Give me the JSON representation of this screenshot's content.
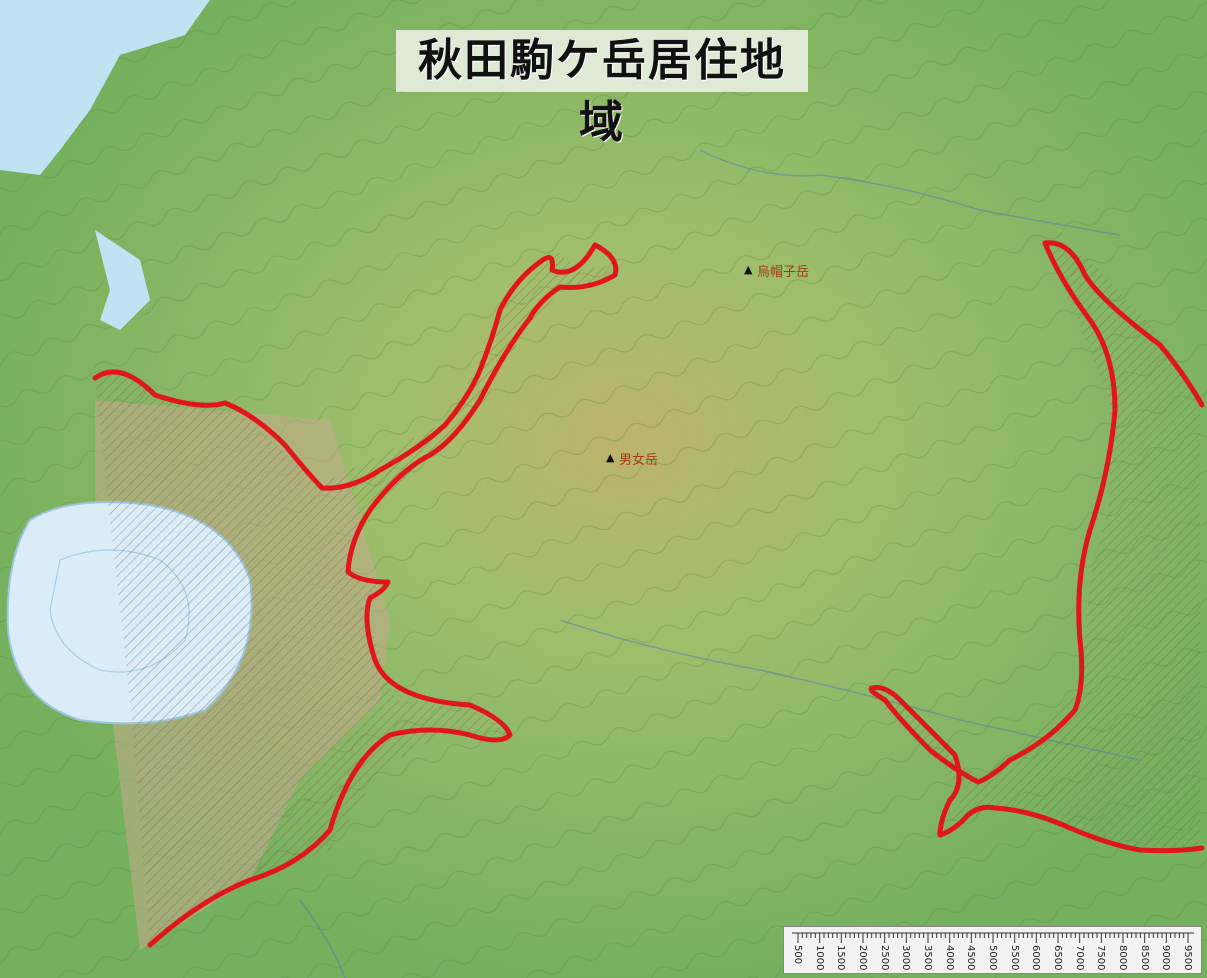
{
  "map": {
    "title": "秋田駒ケ岳居住地域",
    "peaks": [
      {
        "id": "eboshi",
        "name": "烏帽子岳"
      },
      {
        "id": "medake",
        "name": "男女岳"
      }
    ],
    "legend": {
      "boundary_color": "#e0161b",
      "hatch_color": "#8a6a5a",
      "terrain_low_color": "#7fb569",
      "terrain_high_color": "#c8b777",
      "water_color": "#bfe3f3"
    },
    "scale_bar": {
      "ticks": [
        "500",
        "1000",
        "1500",
        "2000",
        "2500",
        "3000",
        "3500",
        "4000",
        "4500",
        "5000",
        "5500",
        "6000",
        "6500",
        "7000",
        "7500",
        "8000",
        "8500",
        "9000",
        "9500"
      ]
    },
    "marker_symbol": "▲"
  }
}
